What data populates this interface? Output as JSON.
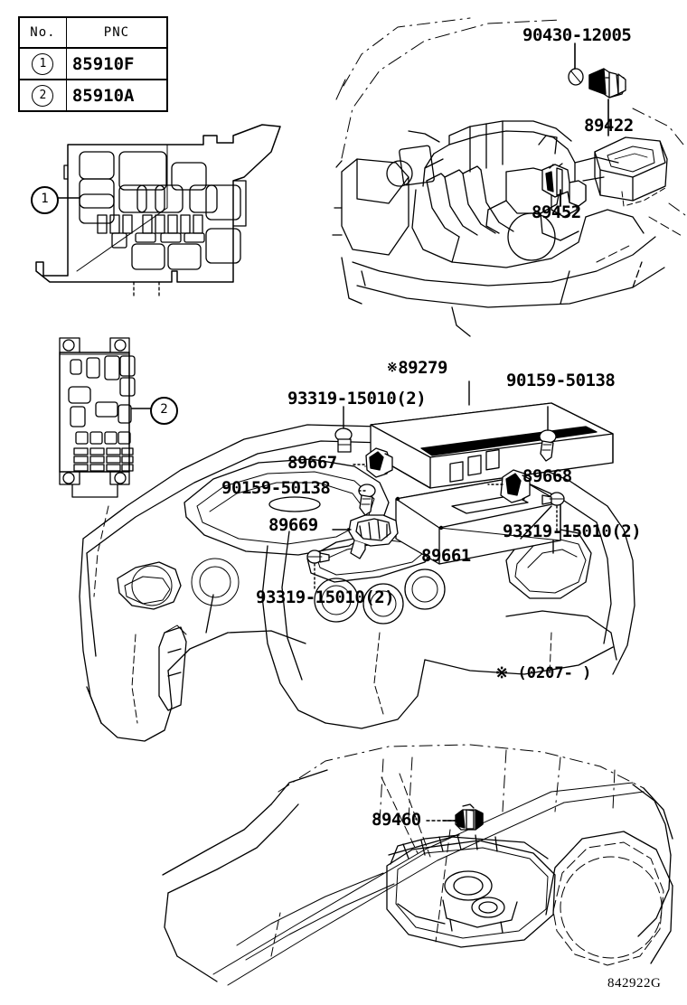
{
  "document": {
    "drawing_code": "842922G",
    "footnote": "※ (0207-        )"
  },
  "pnc_table": {
    "headers": [
      "No.",
      "PNC"
    ],
    "rows": [
      {
        "no": "1",
        "pnc": "85910F"
      },
      {
        "no": "2",
        "pnc": "85910A"
      }
    ]
  },
  "index_markers": [
    {
      "id": "1",
      "label": "1"
    },
    {
      "id": "2",
      "label": "2"
    }
  ],
  "engine_bay": {
    "labels": [
      {
        "key": "bolt_90430",
        "text": "90430-12005"
      },
      {
        "key": "sensor_89422",
        "text": "89422"
      },
      {
        "key": "sensor_89452",
        "text": "89452"
      }
    ]
  },
  "dashboard": {
    "labels": [
      {
        "key": "screw_93319_top",
        "text": "93319-15010(2)"
      },
      {
        "key": "ecu_89279",
        "text": "89279",
        "mark": "※"
      },
      {
        "key": "screw_90159_right",
        "text": "90159-50138"
      },
      {
        "key": "bracket_89667",
        "text": "89667"
      },
      {
        "key": "screw_90159_left",
        "text": "90159-50138"
      },
      {
        "key": "bracket_89668",
        "text": "89668"
      },
      {
        "key": "bracket_89669",
        "text": "89669"
      },
      {
        "key": "ecu_89661",
        "text": "89661"
      },
      {
        "key": "screw_93319_right",
        "text": "93319-15010(2)"
      },
      {
        "key": "screw_93319_bottom",
        "text": "93319-15010(2)"
      }
    ]
  },
  "rear_body": {
    "labels": [
      {
        "key": "sensor_89460",
        "text": "89460"
      }
    ]
  }
}
